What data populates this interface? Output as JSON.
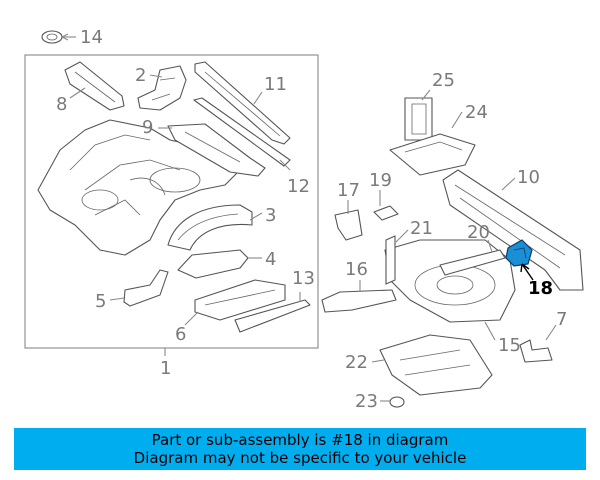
{
  "diagram": {
    "callouts": [
      "1",
      "2",
      "3",
      "4",
      "5",
      "6",
      "7",
      "8",
      "9",
      "10",
      "11",
      "12",
      "13",
      "14",
      "15",
      "16",
      "17",
      "18",
      "19",
      "20",
      "21",
      "22",
      "23",
      "24",
      "25"
    ],
    "highlighted_callout": "18",
    "highlight_color": "#1a8fd6"
  },
  "banner": {
    "line1": "Part or sub-assembly is #18 in diagram",
    "line2": "Diagram may not be specific to your vehicle",
    "background": "#00aeef"
  }
}
